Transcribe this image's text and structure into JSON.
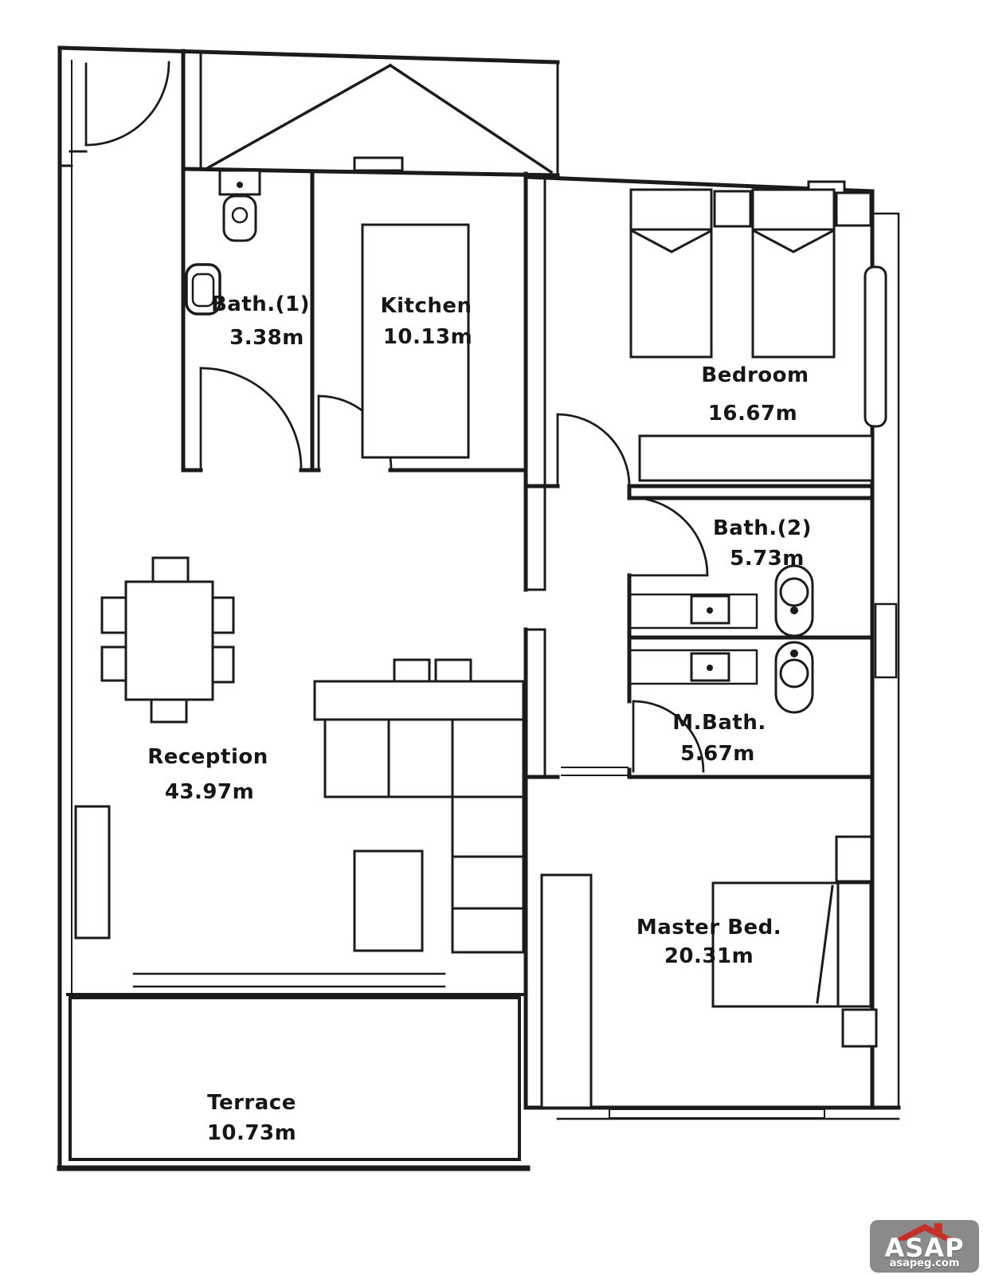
{
  "plan": {
    "ink_color": "#1b1b1b",
    "rooms": [
      {
        "name": "Bath.(1)",
        "area": "3.38m"
      },
      {
        "name": "Kitchen",
        "area": "10.13m"
      },
      {
        "name": "Bedroom",
        "area": "16.67m"
      },
      {
        "name": "Bath.(2)",
        "area": "5.73m"
      },
      {
        "name": "M.Bath.",
        "area": "5.67m"
      },
      {
        "name": "Reception",
        "area": "43.97m"
      },
      {
        "name": "Master Bed.",
        "area": "20.31m"
      },
      {
        "name": "Terrace",
        "area": "10.73m"
      }
    ]
  },
  "logo": {
    "brand": "ASAP",
    "website": "asapeg.com",
    "bg_color": "#8a8a8a",
    "roof_color": "#c43028",
    "text_color": "#ffffff"
  }
}
